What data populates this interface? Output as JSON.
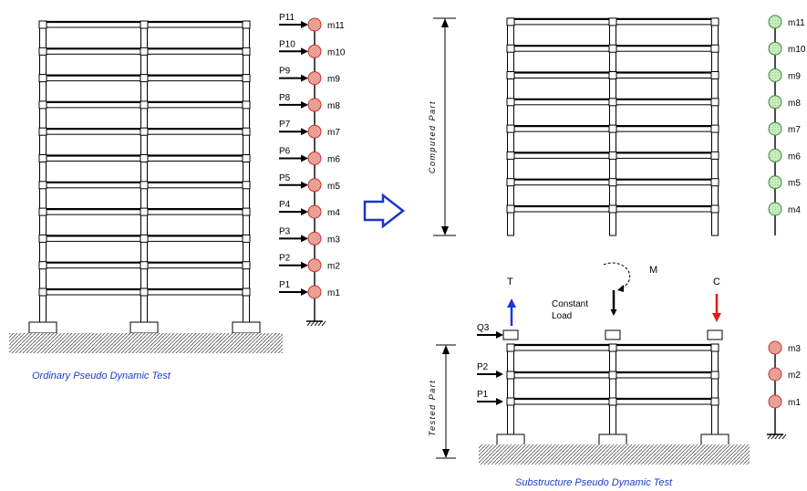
{
  "ordinary": {
    "caption": "Ordinary Pseudo Dynamic Test",
    "forces": [
      "P1",
      "P2",
      "P3",
      "P4",
      "P5",
      "P6",
      "P7",
      "P8",
      "P9",
      "P10",
      "P11"
    ],
    "masses": [
      "m1",
      "m2",
      "m3",
      "m4",
      "m5",
      "m6",
      "m7",
      "m8",
      "m9",
      "m10",
      "m11"
    ]
  },
  "computed": {
    "label": "Computed Part",
    "masses": [
      "m4",
      "m5",
      "m6",
      "m7",
      "m8",
      "m9",
      "m10",
      "m11"
    ]
  },
  "substructure": {
    "caption": "Substructure Pseudo Dynamic Test",
    "tested_label": "Tested Part",
    "forces": [
      "P1",
      "P2",
      "Q3"
    ],
    "masses": [
      "m1",
      "m2",
      "m3"
    ],
    "tension_label": "T",
    "compression_label": "C",
    "moment_label": "M",
    "constant_load_line1": "Constant",
    "constant_load_line2": "Load"
  },
  "colors": {
    "mass_ordinary": "#f2b0a8",
    "mass_computed": "#c8ecc0",
    "caption": "#1a3cc8",
    "tension_arrow": "#1a35e0",
    "compression_arrow": "#e01a1a",
    "transition_arrow": "#1a35c8"
  }
}
